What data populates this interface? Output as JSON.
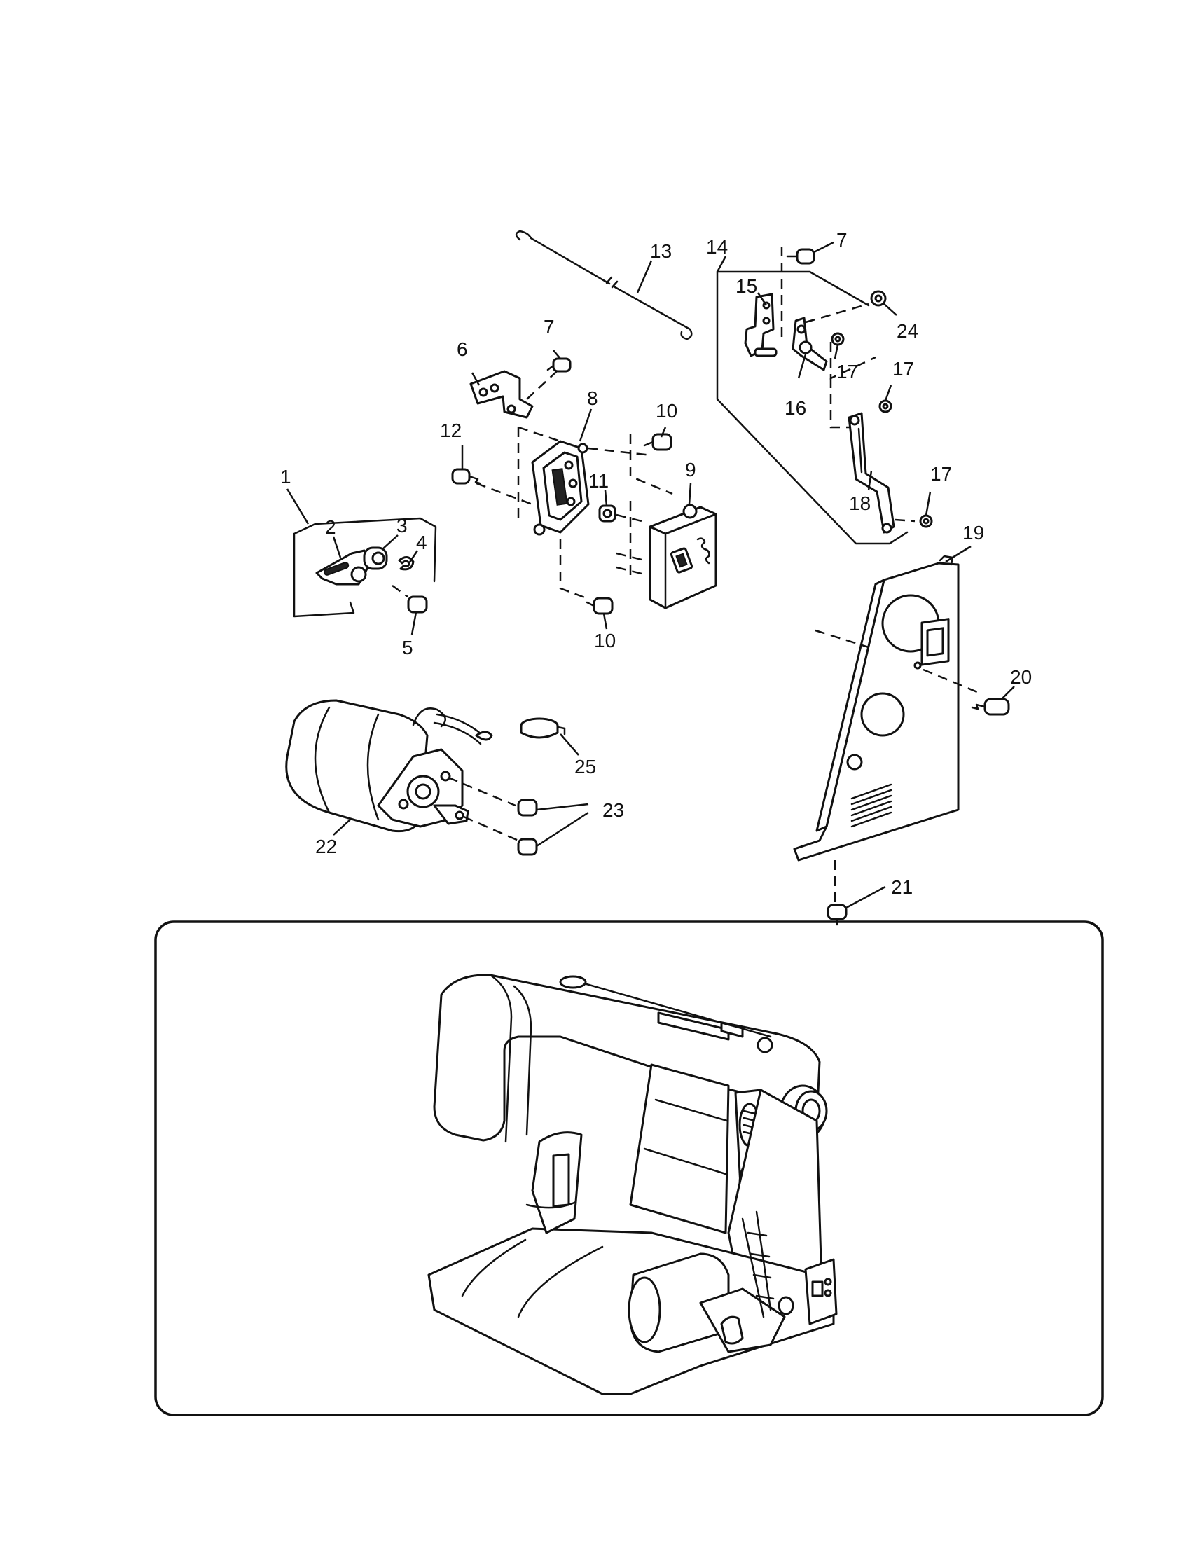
{
  "callouts": [
    {
      "id": "c1",
      "text": "1"
    },
    {
      "id": "c2",
      "text": "2"
    },
    {
      "id": "c3",
      "text": "3"
    },
    {
      "id": "c4",
      "text": "4"
    },
    {
      "id": "c5",
      "text": "5"
    },
    {
      "id": "c6",
      "text": "6"
    },
    {
      "id": "c7a",
      "text": "7"
    },
    {
      "id": "c7b",
      "text": "7"
    },
    {
      "id": "c8",
      "text": "8"
    },
    {
      "id": "c9",
      "text": "9"
    },
    {
      "id": "c10a",
      "text": "10"
    },
    {
      "id": "c10b",
      "text": "10"
    },
    {
      "id": "c11",
      "text": "11"
    },
    {
      "id": "c12",
      "text": "12"
    },
    {
      "id": "c13",
      "text": "13"
    },
    {
      "id": "c14",
      "text": "14"
    },
    {
      "id": "c15",
      "text": "15"
    },
    {
      "id": "c16",
      "text": "16"
    },
    {
      "id": "c17a",
      "text": "17"
    },
    {
      "id": "c17b",
      "text": "17"
    },
    {
      "id": "c17c",
      "text": "17"
    },
    {
      "id": "c18",
      "text": "18"
    },
    {
      "id": "c19",
      "text": "19"
    },
    {
      "id": "c20",
      "text": "20"
    },
    {
      "id": "c21",
      "text": "21"
    },
    {
      "id": "c22",
      "text": "22"
    },
    {
      "id": "c23",
      "text": "23"
    },
    {
      "id": "c24",
      "text": "24"
    },
    {
      "id": "c25",
      "text": "25"
    }
  ]
}
